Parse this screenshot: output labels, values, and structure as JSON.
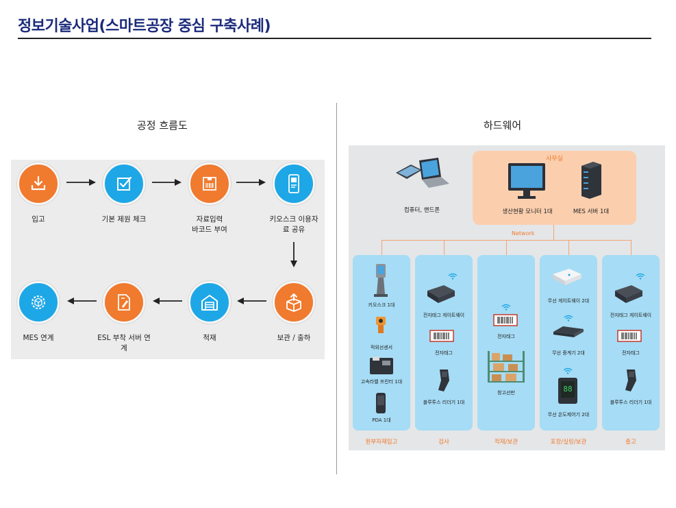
{
  "page": {
    "title": "정보기술사업(스마트공장 중심 구축사례)"
  },
  "process": {
    "heading": "공정 흐름도",
    "steps": [
      {
        "label": "입고",
        "icon": "download-icon",
        "color": "#f07a2e"
      },
      {
        "label": "기본 제원 체크",
        "icon": "checkbox-icon",
        "color": "#1ea7e6"
      },
      {
        "label": "자료입력\n바코드 부여",
        "icon": "barcode-box-icon",
        "color": "#f07a2e"
      },
      {
        "label": "키오스크 이용자\n료 공유",
        "icon": "kiosk-icon",
        "color": "#1ea7e6"
      },
      {
        "label": "보관 / 출하",
        "icon": "box-upload-icon",
        "color": "#f07a2e"
      },
      {
        "label": "적재",
        "icon": "warehouse-icon",
        "color": "#1ea7e6"
      },
      {
        "label": "ESL 부착 서버 연\n계",
        "icon": "document-tag-icon",
        "color": "#f07a2e"
      },
      {
        "label": "MES 연계",
        "icon": "gear-cube-icon",
        "color": "#1ea7e6"
      }
    ]
  },
  "hardware": {
    "heading": "하드웨어",
    "office": {
      "title": "사무실",
      "devices": [
        "컴퓨터, 핸드폰",
        "생산현황 모니터 1대",
        "MES 서버 1대"
      ]
    },
    "network_label": "Network",
    "zones": [
      {
        "name": "원부자재입고",
        "devices": [
          "키오스크 1대",
          "적외선센서",
          "고속라벨 프린터 1대",
          "PDA 1대"
        ]
      },
      {
        "name": "검사",
        "devices": [
          "전자태그 게이트웨이",
          "전자태그",
          "블루투스 리더기 1대"
        ]
      },
      {
        "name": "적재/보관",
        "devices": [
          "전자태그",
          "창고선반"
        ]
      },
      {
        "name": "포장/실링/보관",
        "devices": [
          "무선 게이트웨이 2대",
          "무선 중계기 2대",
          "무선 온도제어기 2대"
        ]
      },
      {
        "name": "출고",
        "devices": [
          "전자태그 게이트웨이",
          "전자태그",
          "블루투스 리더기 1대"
        ]
      }
    ]
  },
  "colors": {
    "title": "#1a2a7a",
    "orange": "#f07a2e",
    "blue": "#1ea7e6",
    "office_bg": "#fbcfae",
    "zone_bg": "#a6dcf5"
  }
}
